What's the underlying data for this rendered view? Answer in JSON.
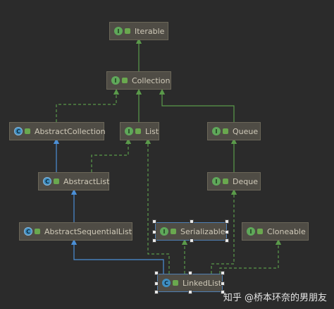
{
  "nodes": {
    "iterable": {
      "label": "Iterable",
      "kind": "I"
    },
    "collection": {
      "label": "Collection",
      "kind": "I"
    },
    "abstract_collection": {
      "label": "AbstractCollection",
      "kind": "C"
    },
    "list": {
      "label": "List",
      "kind": "I"
    },
    "queue": {
      "label": "Queue",
      "kind": "I"
    },
    "abstract_list": {
      "label": "AbstractList",
      "kind": "C"
    },
    "deque": {
      "label": "Deque",
      "kind": "I"
    },
    "abstract_sequential_list": {
      "label": "AbstractSequentialList",
      "kind": "C"
    },
    "serializable": {
      "label": "Serializable",
      "kind": "I"
    },
    "cloneable": {
      "label": "Cloneable",
      "kind": "I"
    },
    "linked_list": {
      "label": "LinkedList",
      "kind": "C"
    }
  },
  "watermark": "知乎 @桥本环奈的男朋友",
  "colors": {
    "background": "#2b2b2b",
    "implements_edge": "#5a9a4a",
    "extends_edge": "#4b8fd6",
    "interface_badge": "#5fa85a",
    "class_badge": "#3f8fc2"
  }
}
